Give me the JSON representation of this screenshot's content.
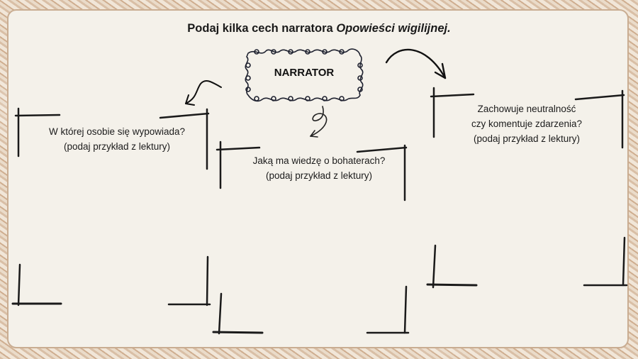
{
  "title": {
    "prefix": "Podaj kilka cech narratora ",
    "italic": "Opowieści wigilijnej."
  },
  "center": {
    "label": "NARRATOR"
  },
  "frames": [
    {
      "line1": "W której osobie się wypowiada?",
      "line2": "(podaj przykład z lektury)"
    },
    {
      "line1": "Jaką ma wiedzę o bohaterach?",
      "line2": "(podaj przykład z lektury)"
    },
    {
      "line1": "Zachowuje neutralność",
      "line2": "czy komentuje zdarzenia?",
      "line3": "(podaj przykład z lektury)"
    }
  ],
  "colors": {
    "card_bg": "#f4f1ea",
    "card_border": "#c9ad92",
    "ink": "#1a1a1a"
  }
}
